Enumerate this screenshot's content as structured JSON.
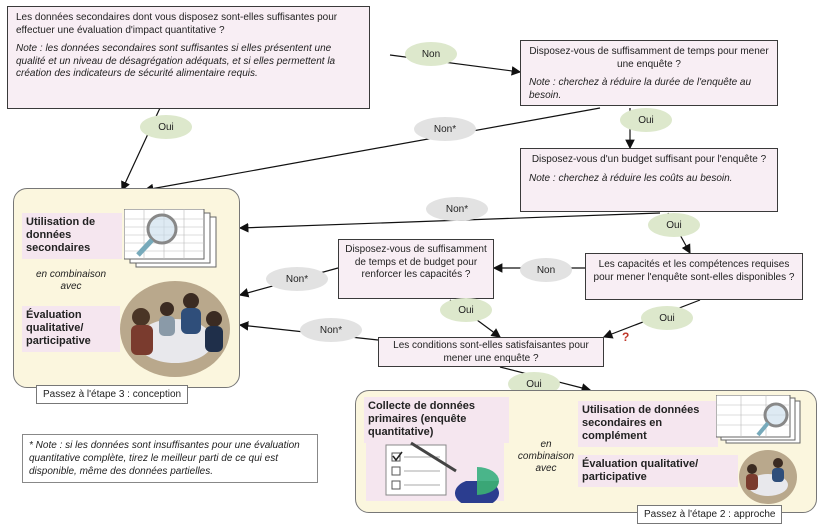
{
  "q1": {
    "question": "Les données secondaires dont vous disposez sont-elles suffisantes pour effectuer une évaluation d'impact quantitative ?",
    "note": "Note : les données secondaires sont suffisantes si elles présentent une qualité et un niveau de désagrégation adéquats, et si elles permettent la création des indicateurs de sécurité alimentaire requis."
  },
  "q2": {
    "question": "Disposez-vous de suffisamment de temps pour mener une enquête ?",
    "note": "Note : cherchez à réduire la durée de l'enquête au besoin."
  },
  "q3": {
    "question": "Disposez-vous d'un budget suffisant pour l'enquête ?",
    "note": "Note : cherchez à réduire les coûts au besoin."
  },
  "q4": {
    "question": "Les capacités et les compétences requises pour mener l'enquête sont-elles disponibles ?"
  },
  "q5": {
    "question": "Disposez-vous de suffisamment de temps et de budget pour renforcer les capacités ?"
  },
  "q6": {
    "question": "Les conditions sont-elles satisfaisantes pour mener une enquête ?"
  },
  "labels": {
    "non": "Non",
    "oui": "Oui",
    "non_star": "Non*",
    "mark_q": "?"
  },
  "panel_left": {
    "secondary": "Utilisation de données secondaires",
    "combo": "en combinaison avec",
    "qualitative": "Évaluation qualitative/ participative",
    "step": "Passez à l'étape 3 : conception"
  },
  "panel_right": {
    "primary": "Collecte de données primaires (enquête quantitative)",
    "combo": "en combinaison avec",
    "secondary": "Utilisation de données secondaires en complément",
    "qualitative": "Évaluation qualitative/ participative",
    "step": "Passez à l'étape 2 : approche"
  },
  "footnote": "* Note : si les données sont insuffisantes pour une évaluation quantitative complète, tirez le meilleur parti de ce qui est disponible, même des données partielles.",
  "colors": {
    "box_fill": "#f8eef4",
    "oval_green": "#dde8cc",
    "oval_grey": "#e2e2e2",
    "panel_fill": "#fbf6de",
    "card_pink": "#f5e6ef"
  }
}
